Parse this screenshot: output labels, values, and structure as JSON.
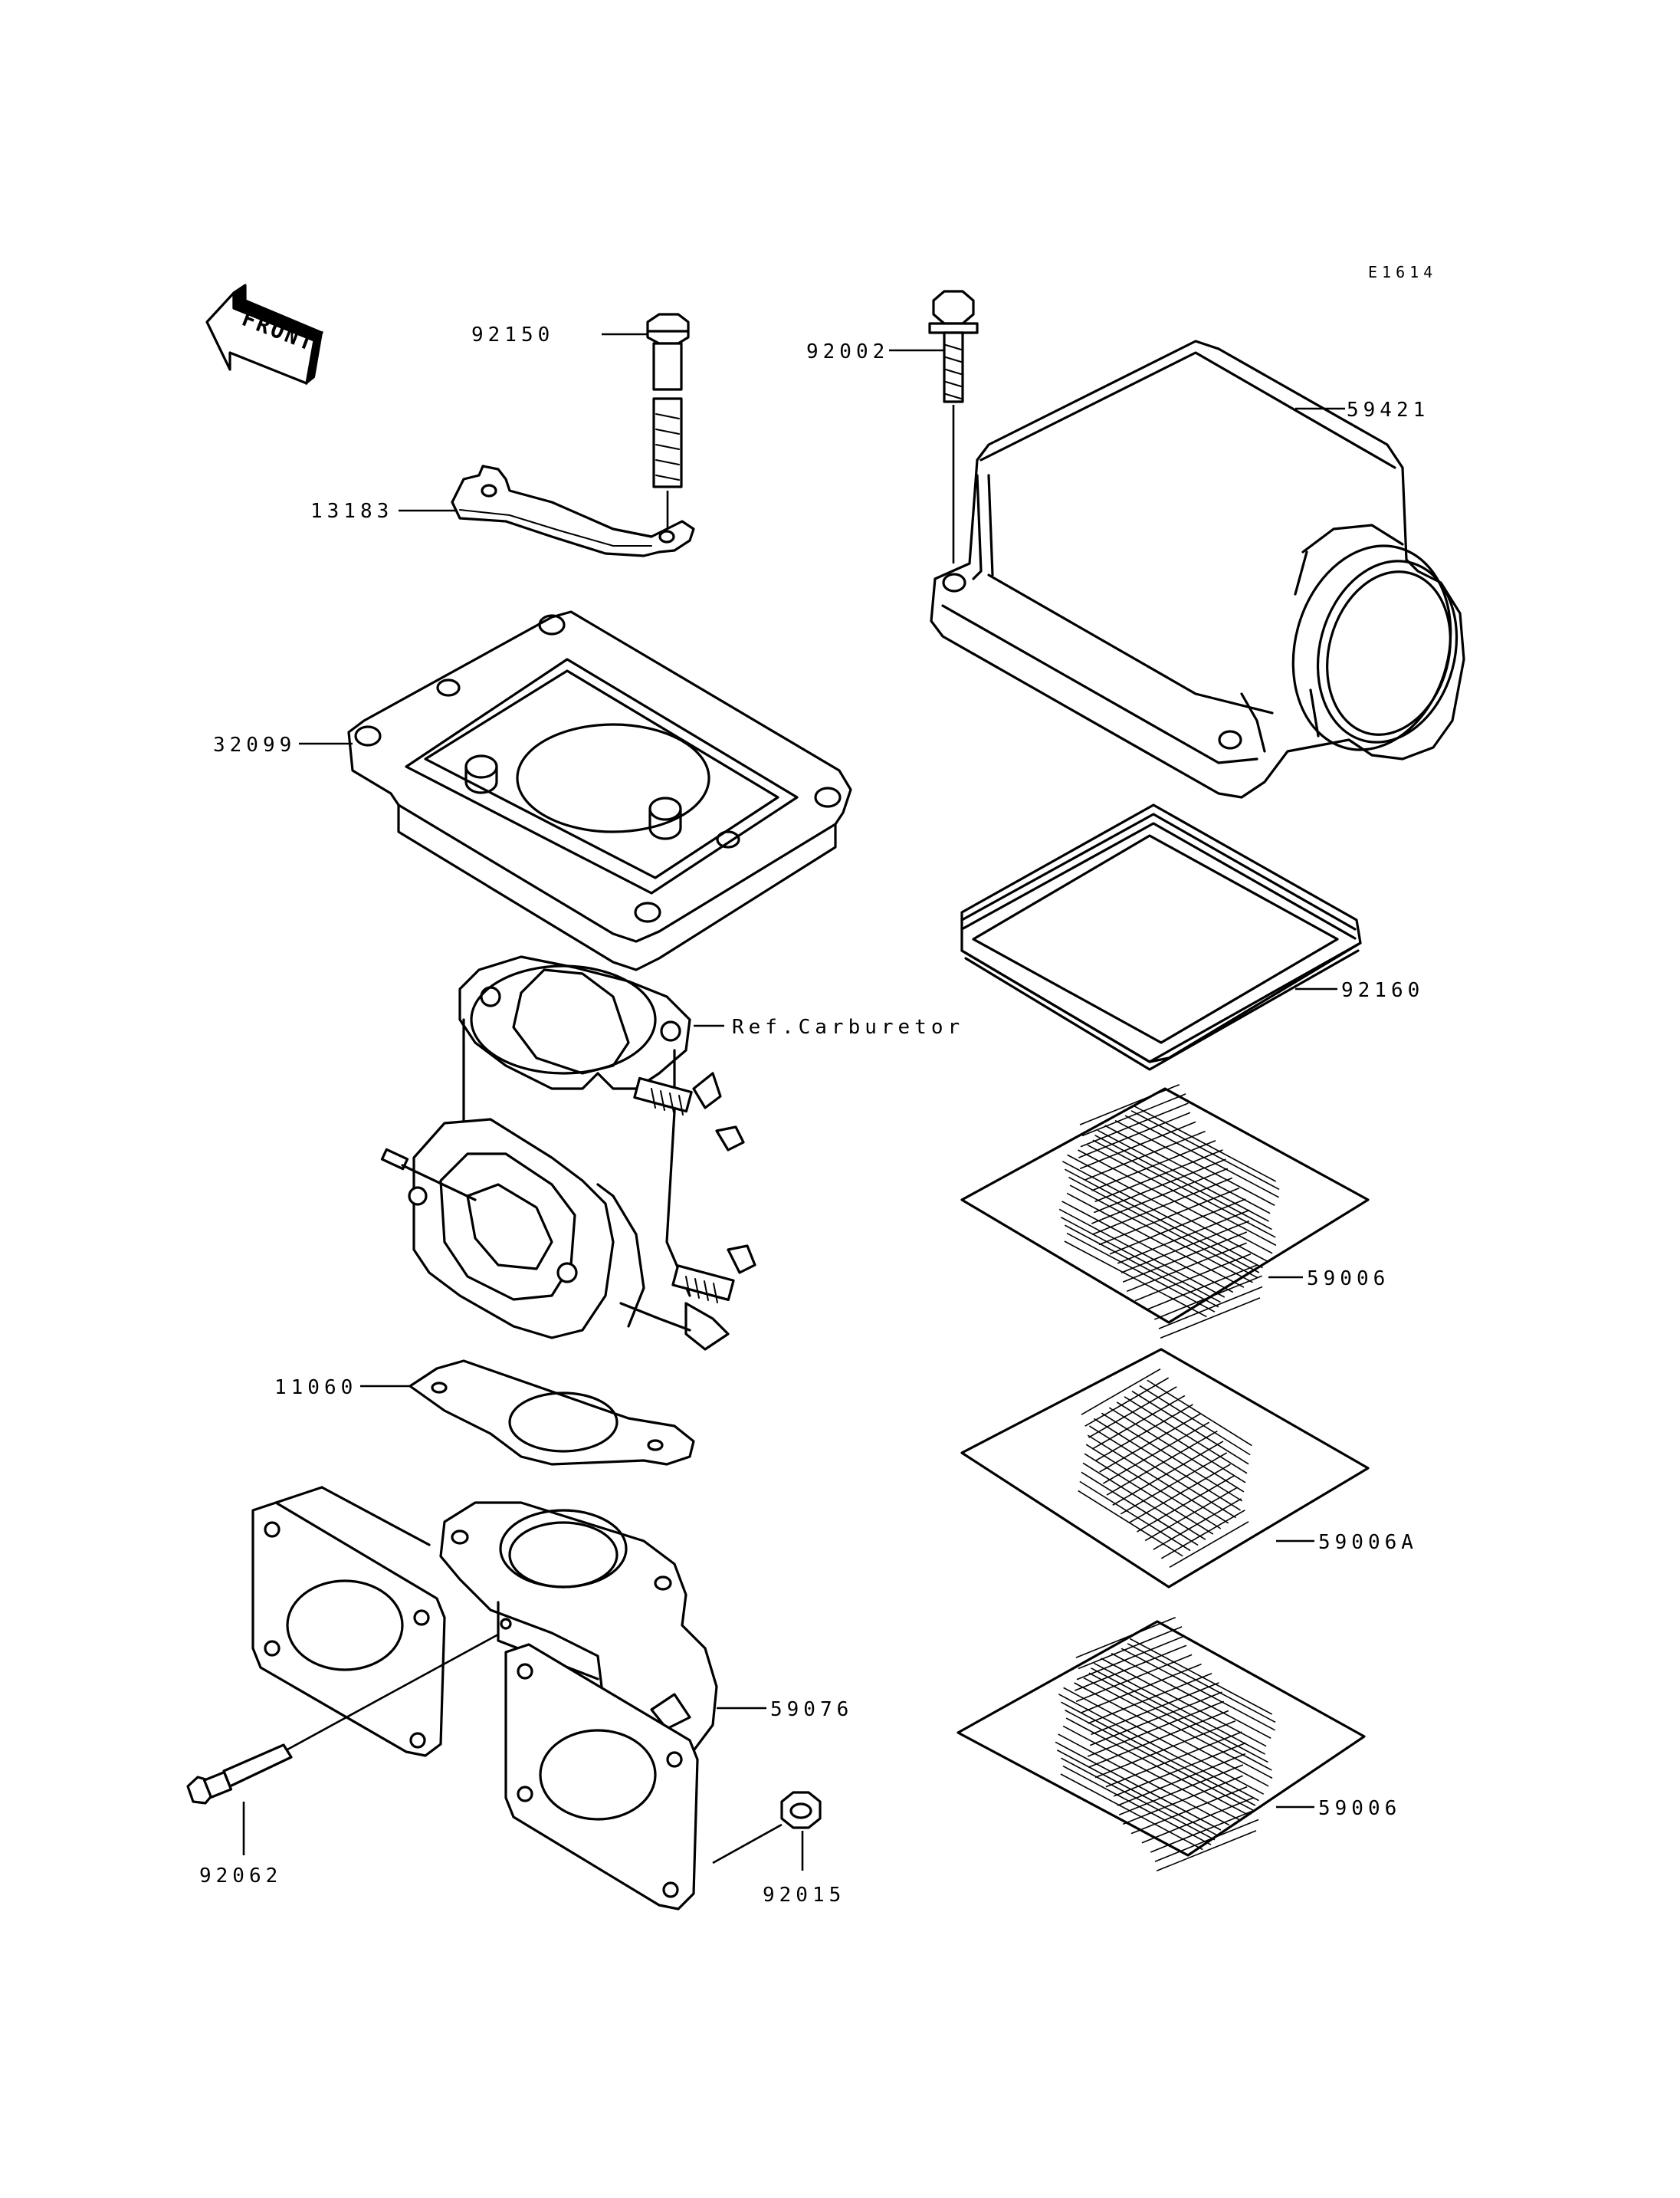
{
  "diagram_code": "E1614",
  "front_label": "FRONT",
  "labels": {
    "p92150": "92150",
    "p13183": "13183",
    "p32099": "32099",
    "p92002": "92002",
    "p59421": "59421",
    "p92160": "92160",
    "ref_carb": "Ref.Carburetor",
    "p59006_a": "59006",
    "p59006A": "59006A",
    "p11060": "11060",
    "p59076": "59076",
    "p59006_b": "59006",
    "p92062": "92062",
    "p92015": "92015"
  }
}
